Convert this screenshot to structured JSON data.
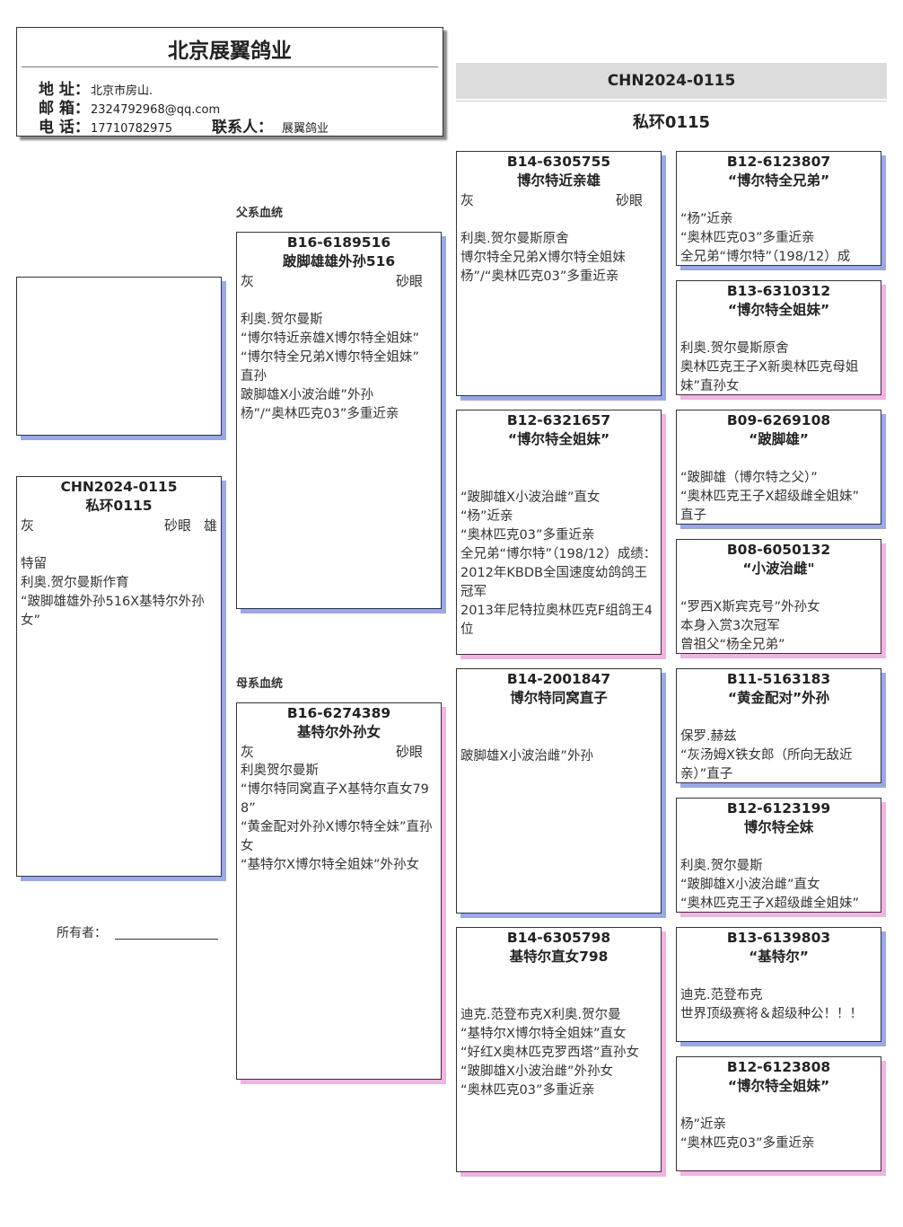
{
  "header": {
    "company": "北京展翼鸽业",
    "address_label": "地 址：",
    "address": "北京市房山.",
    "email_label": "邮 箱：",
    "email": "2324792968@qq.com",
    "phone_label": "电 话：",
    "phone": "17710782975",
    "contact_label": "联系人：",
    "contact": "展翼鸽业"
  },
  "banner": {
    "ring": "CHN2024-0115",
    "name": "私环0115"
  },
  "sections": {
    "sire": "父系血统",
    "dam": "母系血统"
  },
  "owner": {
    "label": "所有者："
  },
  "cards": {
    "subject": {
      "ring": "CHN2024-0115",
      "name": "私环0115",
      "color": "灰",
      "eye": "砂眼",
      "sex": "雄",
      "desc": [
        "特留",
        "利奥.贺尔曼斯作育",
        "“跛脚雄雄外孙516X基特尔外孙女”"
      ]
    },
    "sire": {
      "ring": "B16-6189516",
      "name": "跛脚雄雄外孙516",
      "color": "灰",
      "eye": "砂眼",
      "desc": [
        "利奥.贺尔曼斯",
        "“博尔特近亲雄X博尔特全姐妹”",
        "“博尔特全兄弟X博尔特全姐妹”",
        "直孙",
        "跛脚雄X小波治雌”外孙",
        "杨”/“奥林匹克03”多重近亲"
      ]
    },
    "dam": {
      "ring": "B16-6274389",
      "name": "基特尔外孙女",
      "color": "灰",
      "eye": "砂眼",
      "desc": [
        "利奥贺尔曼斯",
        "“博尔特同窝直子X基特尔直女798”",
        "“黄金配对外孙X博尔特全妹”直孙女",
        "“基特尔X博尔特全姐妹”外孙女"
      ]
    },
    "ss": {
      "ring": "B14-6305755",
      "name": "博尔特近亲雄",
      "color": "灰",
      "eye": "砂眼",
      "desc": [
        "利奥.贺尔曼斯原舍",
        "博尔特全兄弟X博尔特全姐妹",
        "杨”/“奥林匹克03”多重近亲"
      ]
    },
    "sd": {
      "ring": "B12-6321657",
      "name": "“博尔特全姐妹”",
      "desc": [
        "“跛脚雄X小波治雌”直女",
        "“杨”近亲",
        "“奥林匹克03”多重近亲",
        "全兄弟“博尔特”（198/12）成绩：",
        "2012年KBDB全国速度幼鸽鸽王冠军",
        "2013年尼特拉奥林匹克F组鸽王4位"
      ]
    },
    "ds": {
      "ring": "B14-2001847",
      "name": "博尔特同窝直子",
      "desc": [
        "跛脚雄X小波治雌”外孙"
      ]
    },
    "dd": {
      "ring": "B14-6305798",
      "name": "基特尔直女798",
      "desc": [
        "迪克.范登布克X利奥.贺尔曼",
        "“基特尔X博尔特全姐妹”直女",
        "“好红X奥林匹克罗西塔”直孙女",
        "“跛脚雄X小波治雌”外孙女",
        "“奥林匹克03”多重近亲"
      ]
    },
    "sss": {
      "ring": "B12-6123807",
      "name": "“博尔特全兄弟”",
      "desc": [
        "“杨”近亲",
        " “奥林匹克03”多重近亲",
        "全兄弟“博尔特”（198/12）成"
      ]
    },
    "ssd": {
      "ring": "B13-6310312",
      "name": "“博尔特全姐妹”",
      "desc": [
        "利奥.贺尔曼斯原舍",
        "奥林匹克王子X新奥林匹克母姐妹”直孙女"
      ]
    },
    "sds": {
      "ring": "B09-6269108",
      "name": "“跛脚雄”",
      "desc": [
        "“跛脚雄（博尔特之父）”",
        "“奥林匹克王子X超级雌全姐妹”",
        "直子"
      ]
    },
    "sdd": {
      "ring": "B08-6050132",
      "name": "“小波治雌\"",
      "desc": [
        "“罗西X斯宾克号”外孙女",
        "本身入赏3次冠军",
        "曾祖父“杨全兄弟”"
      ]
    },
    "dss": {
      "ring": "B11-5163183",
      "name": "“黄金配对”外孙",
      "desc": [
        "保罗.赫兹",
        "“灰汤姆X铁女郎（所向无敌近亲）”直子"
      ]
    },
    "dsd": {
      "ring": "B12-6123199",
      "name": "博尔特全妹",
      "desc": [
        "利奥.贺尔曼斯",
        "“跛脚雄X小波治雌”直女",
        "“奥林匹克王子X超级雌全姐妹”"
      ]
    },
    "dds": {
      "ring": "B13-6139803",
      "name": "“基特尔”",
      "desc": [
        "迪克.范登布克",
        "世界顶级赛将＆超级种公！！！"
      ]
    },
    "ddd": {
      "ring": "B12-6123808",
      "name": "“博尔特全姐妹”",
      "desc": [
        "杨”近亲",
        "“奥林匹克03”多重近亲"
      ]
    }
  }
}
